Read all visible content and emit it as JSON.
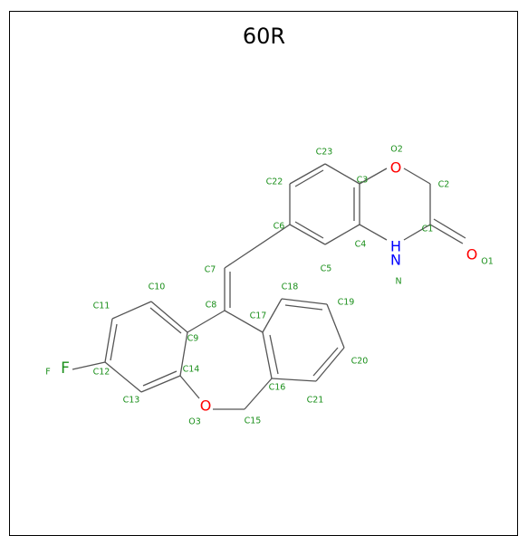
{
  "title": "60R",
  "colors": {
    "bond": "#555555",
    "oxygen": "#ff0000",
    "nitrogen": "#0000ff",
    "fluorine": "#1a8f1a",
    "annotation": "#1a8f1a"
  },
  "atom_labels": {
    "O2": "O",
    "O1": "O",
    "O3": "O",
    "N": "H\nN",
    "NH_H": "H",
    "NH_N": "N",
    "F": "F"
  },
  "annotations": {
    "C1": "C1",
    "C2": "C2",
    "C3": "C3",
    "C4": "C4",
    "C5": "C5",
    "C6": "C6",
    "C7": "C7",
    "C8": "C8",
    "C9": "C9",
    "C10": "C10",
    "C11": "C11",
    "C12": "C12",
    "C13": "C13",
    "C14": "C14",
    "C15": "C15",
    "C16": "C16",
    "C17": "C17",
    "C18": "C18",
    "C19": "C19",
    "C20": "C20",
    "C21": "C21",
    "C22": "C22",
    "C23": "C23",
    "O1": "O1",
    "O2": "O2",
    "O3": "O3",
    "N": "N",
    "F": "F"
  }
}
